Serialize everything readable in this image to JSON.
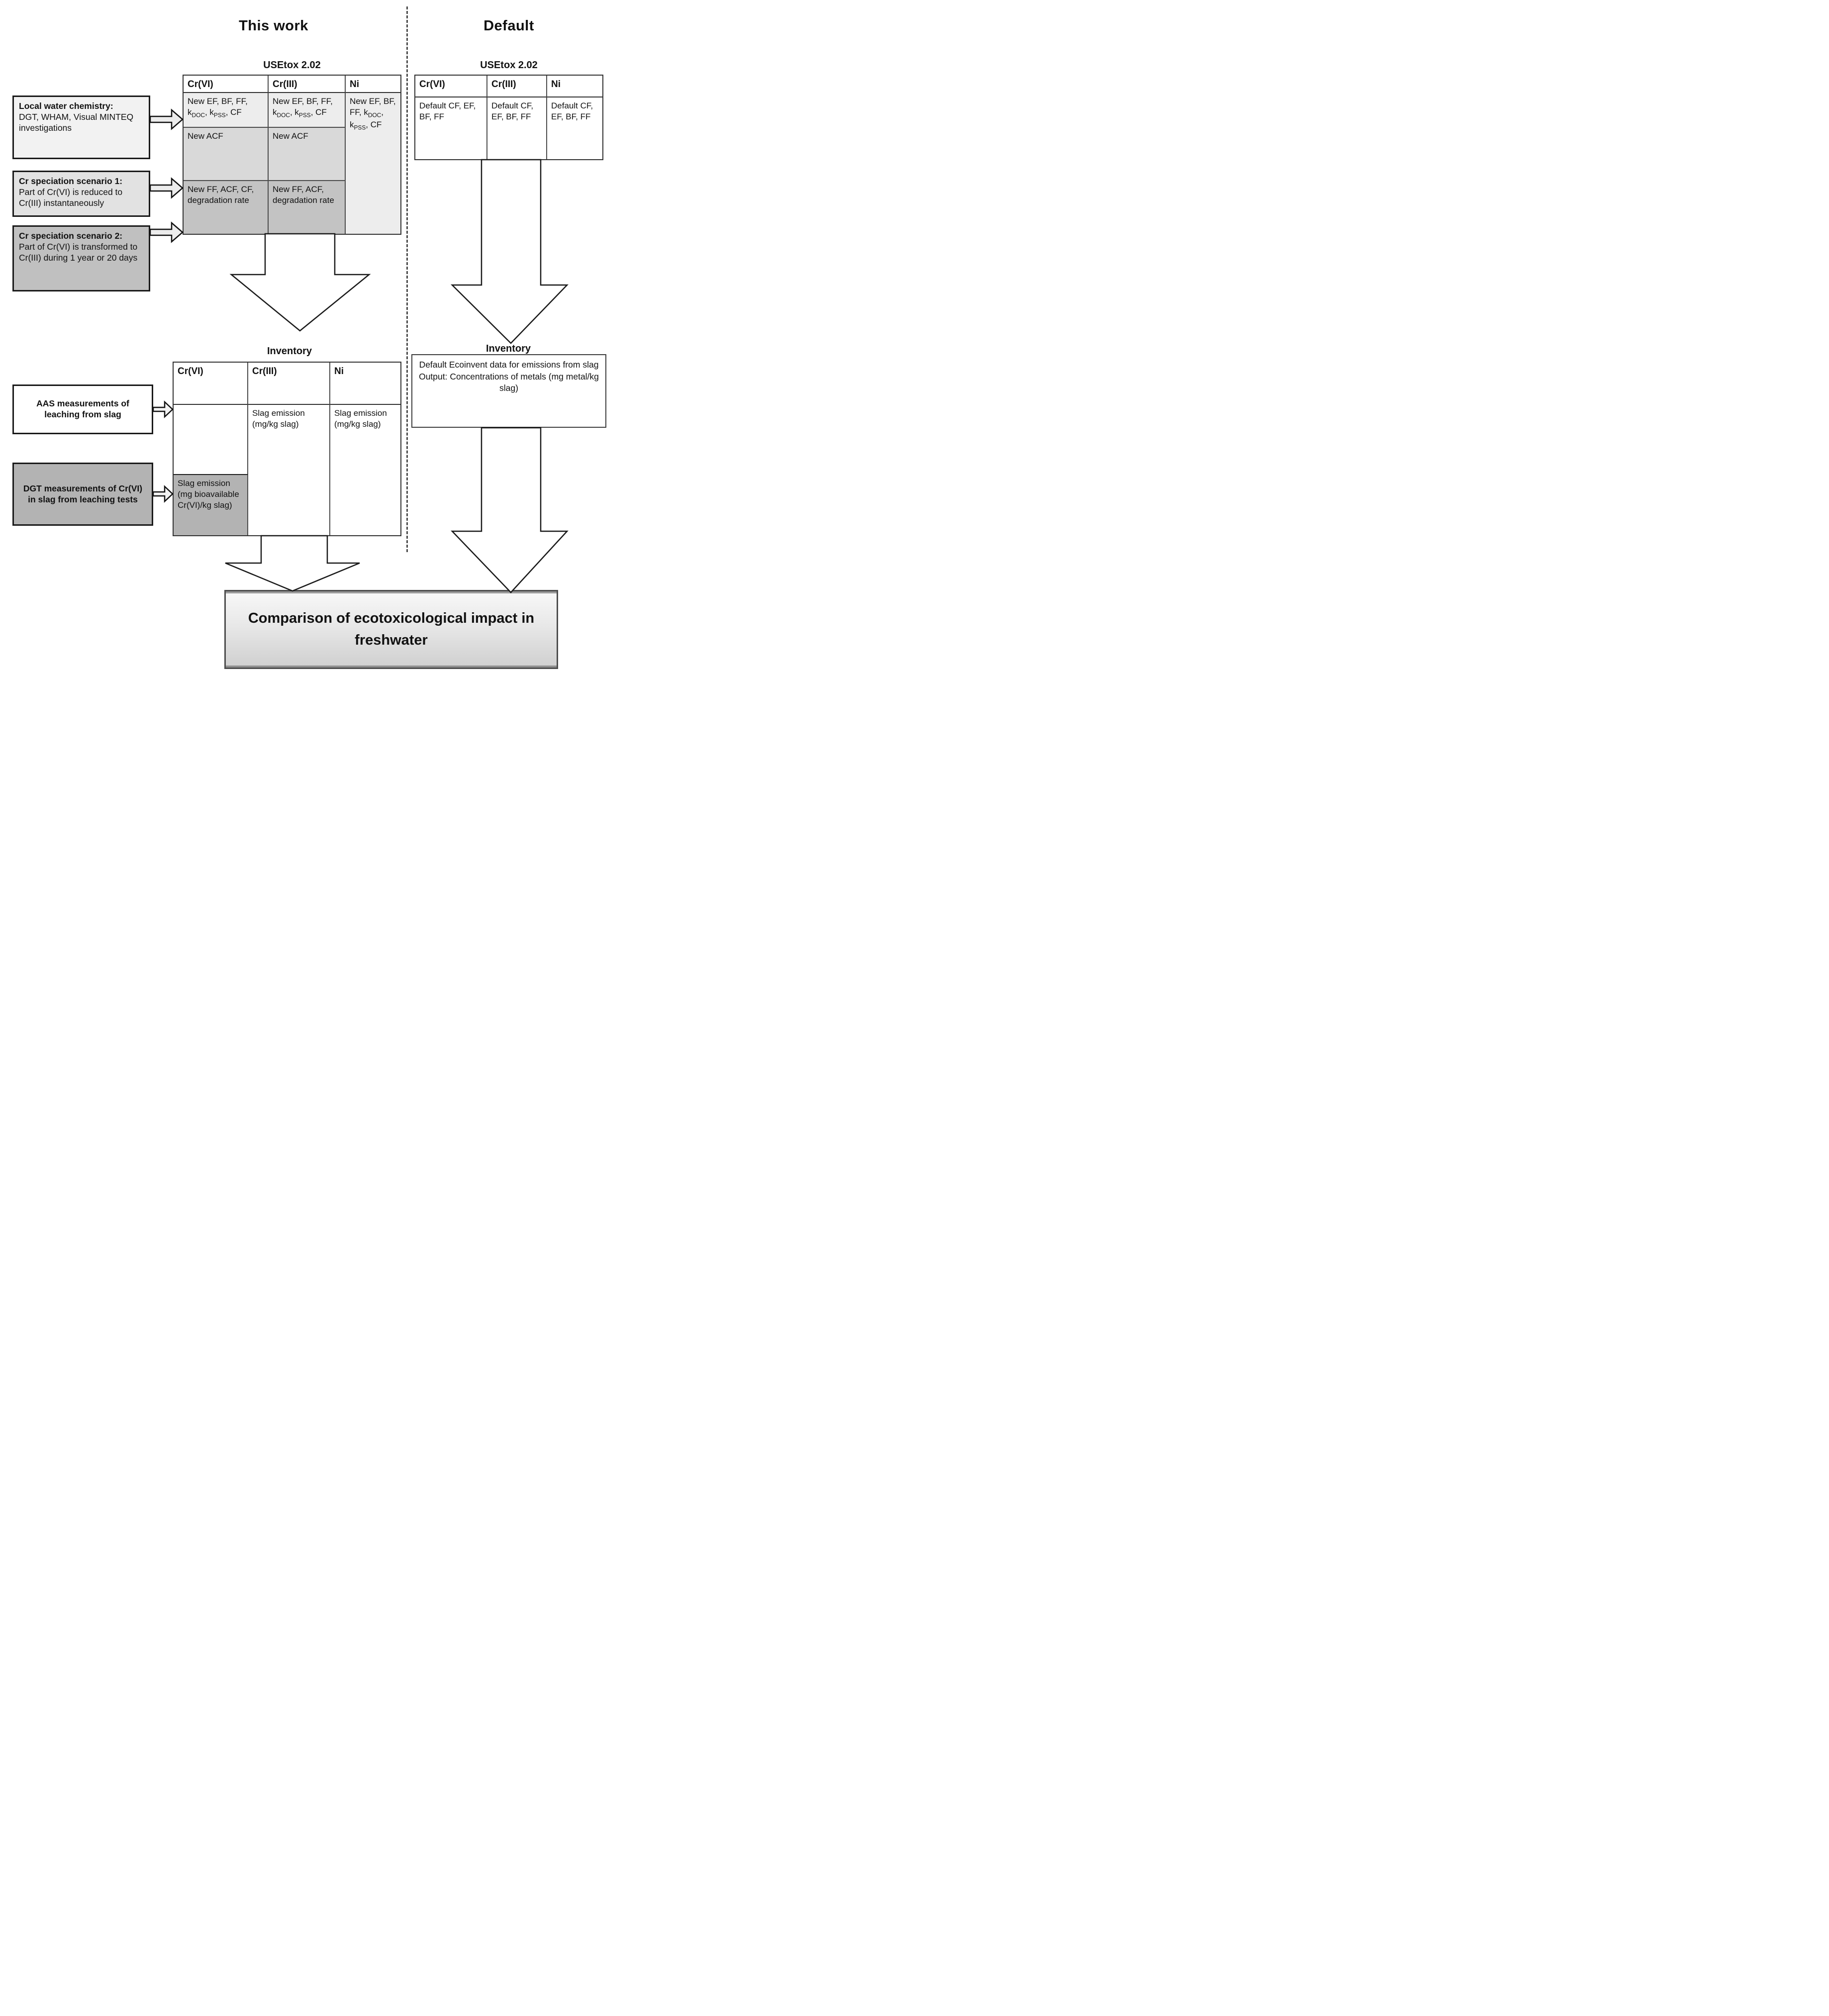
{
  "titles": {
    "left": "This work",
    "right": "Default"
  },
  "left_panel": {
    "usetox_label": "USEtox 2.02",
    "usetox_table": {
      "headers": [
        "Cr(VI)",
        "Cr(III)",
        "Ni"
      ],
      "row_new_factors": {
        "cr6": "New EF, BF, FF, k~DOC~, k~PSS~, CF",
        "cr3": "New EF, BF, FF, k~DOC~, k~PSS~, CF"
      },
      "row_new_acf": {
        "cr6": "New ACF",
        "cr3": "New ACF"
      },
      "row_new_ff": {
        "cr6": "New FF, ACF, CF, degradation rate",
        "cr3": "New FF, ACF, degradation rate"
      },
      "ni_cell": "New EF, BF, FF, k~DOC~, k~PSS~, CF"
    },
    "inventory_label": "Inventory",
    "inventory_table": {
      "headers": [
        "Cr(VI)",
        "Cr(III)",
        "Ni"
      ],
      "cr6_gray": "Slag emission (mg bioavailable Cr(VI)/kg slag)",
      "cr3": "Slag emission (mg/kg slag)",
      "ni": "Slag emission (mg/kg slag)"
    },
    "input_boxes": {
      "water_chemistry": {
        "title": "Local water chemistry:",
        "body": "DGT, WHAM, Visual MINTEQ investigations"
      },
      "scenario1": {
        "title": "Cr speciation scenario 1:",
        "body": "Part of Cr(VI) is reduced to Cr(III) instantaneously"
      },
      "scenario2": {
        "title": "Cr speciation scenario 2:",
        "body": "Part of Cr(VI) is transformed to Cr(III) during 1 year or 20 days"
      },
      "aas": {
        "body": "AAS measurements of leaching from slag"
      },
      "dgt": {
        "body": "DGT measurements of Cr(VI) in slag from leaching tests"
      }
    }
  },
  "right_panel": {
    "usetox_label": "USEtox 2.02",
    "usetox_table": {
      "headers": [
        "Cr(VI)",
        "Cr(III)",
        "Ni"
      ],
      "cr6": "Default CF, EF, BF, FF",
      "cr3": "Default CF, EF, BF, FF",
      "ni": "Default CF, EF, BF, FF"
    },
    "inventory_label": "Inventory",
    "inventory_box_line1": "Default Ecoinvent data for emissions from slag",
    "inventory_box_line2": "Output: Concentrations of metals (mg metal/kg slag)"
  },
  "footer": {
    "conclusion": "Comparison of ecotoxicological impact in freshwater"
  },
  "colors": {
    "row_light": "#ededed",
    "row_mid": "#d9d9d9",
    "row_dark": "#c3c3c3",
    "gray_box": "#b3b3b3",
    "box1": "#f2f2f2",
    "box2": "#e2e2e2",
    "box3": "#c0c0c0",
    "arrow_fill": "#ffffff",
    "small_arrow_fill": "#ececec"
  }
}
